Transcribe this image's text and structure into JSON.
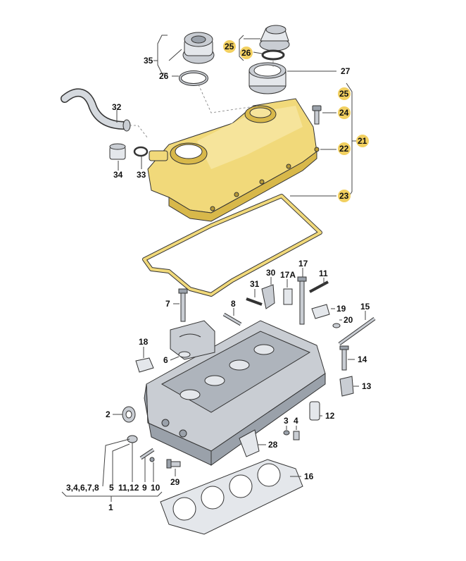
{
  "colors": {
    "highlight": "#f2d060",
    "cover": "#f1d97a",
    "metal": "#c9cdd3"
  },
  "callouts": {
    "c35": "35",
    "c26a": "26",
    "c25a": "25",
    "c26b": "26",
    "c27": "27",
    "c32": "32",
    "c34": "34",
    "c33": "33",
    "c25b": "25",
    "c24": "24",
    "c22": "22",
    "c21": "21",
    "c23": "23",
    "c30": "30",
    "c17a": "17A",
    "c17": "17",
    "c11": "11",
    "c31": "31",
    "c7": "7",
    "c8": "8",
    "c19": "19",
    "c20": "20",
    "c15": "15",
    "c18": "18",
    "c6": "6",
    "c14": "14",
    "c13": "13",
    "c2": "2",
    "c3": "3",
    "c4": "4",
    "c12": "12",
    "c28": "28",
    "c29": "29",
    "c16": "16",
    "group_a": "3,4,6,7,8",
    "group_b": "5",
    "group_c": "11,12",
    "c9": "9",
    "c10": "10",
    "c1": "1"
  }
}
